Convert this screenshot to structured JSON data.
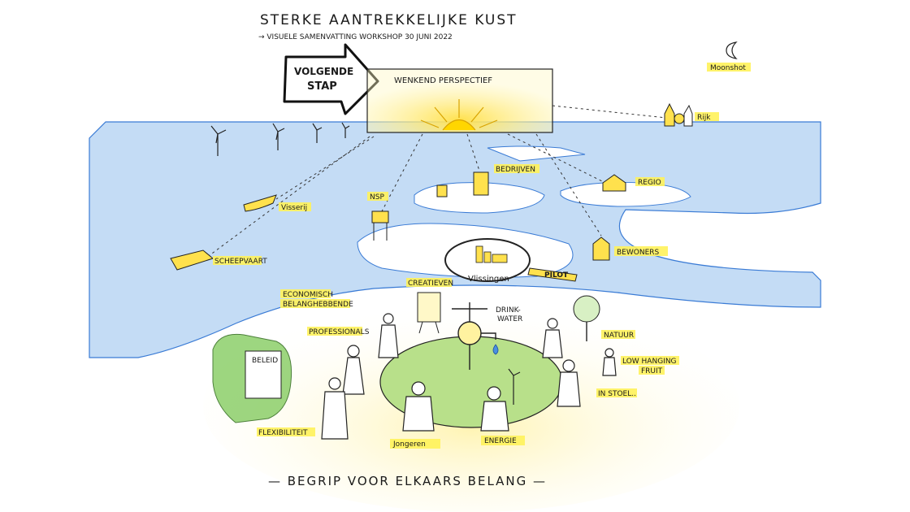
{
  "title": "STERKE AANTREKKELIJKE KUST",
  "subtitle": "→ VISUELE SAMENVATTING WORKSHOP 30 JUNI 2022",
  "footer": "— BEGRIP VOOR ELKAARS BELANG —",
  "arrow_text": [
    "VOLGENDE",
    "STAP"
  ],
  "perspective_label": "WENKEND PERSPECTIEF",
  "labels": {
    "moonshot": "Moonshot",
    "rijk": "Rijk",
    "bedrijven": "BEDRIJVEN",
    "regio": "REGIO",
    "nsp": "NSP",
    "visserij": "Visserij",
    "scheepvaart": "SCHEEPVAART",
    "bewoners": "BEWONERS",
    "vlissingen": "Vlissingen",
    "pilot": "PILOT",
    "creatieven": "CREATIEVEN",
    "economisch": "ECONOMISCH",
    "belanghebbende": "BELANGHEBBENDE",
    "professionals": "PROFESSIONALS",
    "drinkwater_1": "DRINK-",
    "drinkwater_2": "WATER",
    "natuur": "NATUUR",
    "low_hanging_1": "LOW HANGING",
    "low_hanging_2": "FRUIT",
    "in_stoel": "IN STOEL..",
    "beleid": "BELEID",
    "flexibiliteit": "FLEXIBILITEIT",
    "jongeren": "Jongeren",
    "energie": "ENERGIE"
  },
  "colors": {
    "sea": "#c4dcf5",
    "sea_edge": "#3a7bd5",
    "sand": "#fdf3c4",
    "highlight": "#fff25a",
    "sun": "#ffe14d",
    "green_circle": "#b8e08a",
    "policy_green": "#8ccf6a",
    "ink": "#1a1a1a"
  }
}
